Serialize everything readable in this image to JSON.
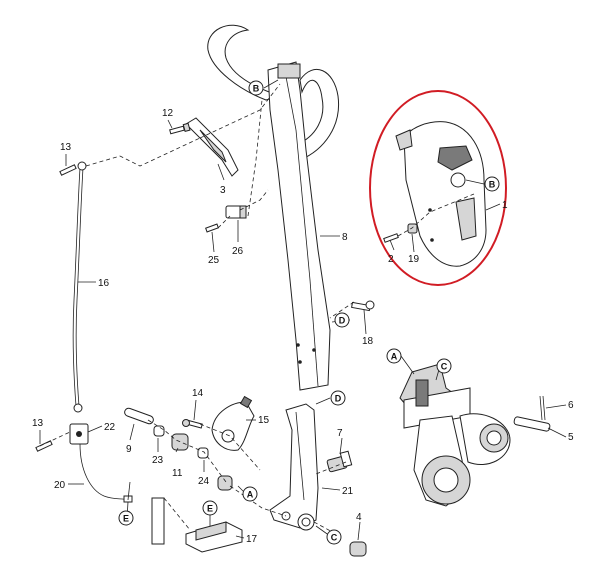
{
  "part_numbers": {
    "p1": "1",
    "p2": "2",
    "p3": "3",
    "p4": "4",
    "p5": "5",
    "p6": "6",
    "p7": "7",
    "p8": "8",
    "p9": "9",
    "p11": "11",
    "p12": "12",
    "p13a": "13",
    "p13b": "13",
    "p14": "14",
    "p15": "15",
    "p16": "16",
    "p17": "17",
    "p18": "18",
    "p19": "19",
    "p20": "20",
    "p21": "21",
    "p22": "22",
    "p23": "23",
    "p24": "24",
    "p25": "25",
    "p26": "26"
  },
  "reference_letters": {
    "b_handle": "B",
    "b_head": "B",
    "d_tube": "D",
    "d_bracket": "D",
    "a_wheel": "A",
    "a_bottom": "A",
    "c_wheel": "C",
    "c_bottom": "C",
    "e_cable": "E",
    "e_plate": "E"
  },
  "colors": {
    "highlight_ring": "#d11c24",
    "line": "#222222"
  }
}
